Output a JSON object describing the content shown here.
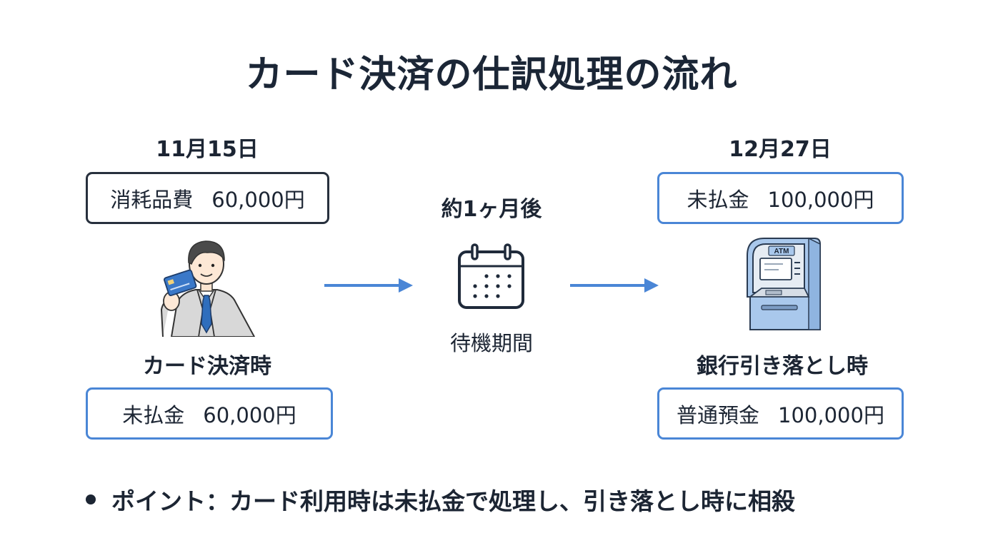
{
  "title": "カード決済の仕訳処理の流れ",
  "left": {
    "date": "11月15日",
    "debit_account": "消耗品費",
    "debit_amount": "60,000円",
    "caption": "カード決済時",
    "credit_account": "未払金",
    "credit_amount": "60,000円"
  },
  "middle": {
    "label": "約1ヶ月後",
    "caption": "待機期間"
  },
  "right": {
    "date": "12月27日",
    "debit_account": "未払金",
    "debit_amount": "100,000円",
    "atm_text": "ATM",
    "caption": "銀行引き落とし時",
    "credit_account": "普通預金",
    "credit_amount": "100,000円"
  },
  "point": "ポイント：カード利用時は未払金で処理し、引き落とし時に相殺",
  "colors": {
    "accent_blue": "#4a86d6",
    "dark_border": "#27303d",
    "text": "#1c2533"
  },
  "icons": [
    "businessman-with-card-icon",
    "calendar-icon",
    "atm-icon",
    "arrow-right-icon"
  ]
}
